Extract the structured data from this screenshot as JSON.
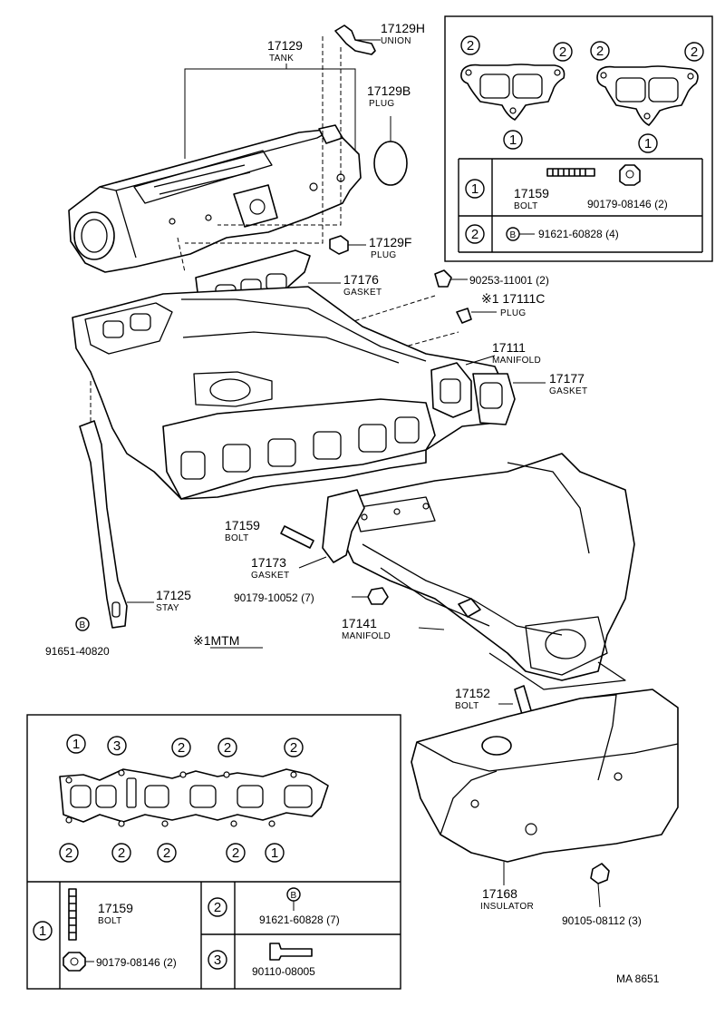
{
  "callouts": {
    "union": {
      "num": "17129H",
      "name": "UNION"
    },
    "tank": {
      "num": "17129",
      "name": "TANK"
    },
    "plug_b": {
      "num": "17129B",
      "name": "PLUG"
    },
    "plug_f": {
      "num": "17129F",
      "name": "PLUG"
    },
    "gasket_17176": {
      "num": "17176",
      "name": "GASKET"
    },
    "part_90253": {
      "num": "90253-11001 (2)"
    },
    "plug_c": {
      "num": "※1 17111C",
      "name": "PLUG"
    },
    "manifold_17111": {
      "num": "17111",
      "name": "MANIFOLD"
    },
    "gasket_17177": {
      "num": "17177",
      "name": "GASKET"
    },
    "bolt_17159": {
      "num": "17159",
      "name": "BOLT"
    },
    "gasket_17173": {
      "num": "17173",
      "name": "GASKET"
    },
    "nut_90179": {
      "num": "90179-10052 (7)"
    },
    "stay": {
      "num": "17125",
      "name": "STAY"
    },
    "part_91651": {
      "num": "91651-40820",
      "mark": "B"
    },
    "manifold_17141": {
      "num": "17141",
      "name": "MANIFOLD"
    },
    "note_mtm": "※1MTM",
    "bolt_17152": {
      "num": "17152",
      "name": "BOLT"
    },
    "insulator": {
      "num": "17168",
      "name": "INSULATOR"
    },
    "part_90105": {
      "num": "90105-08112 (3)"
    }
  },
  "top_box": {
    "circle_labels": [
      "2",
      "2",
      "2",
      "2",
      "1",
      "1"
    ],
    "rows": [
      {
        "index": "1",
        "bolt_num": "17159",
        "bolt_name": "BOLT",
        "nut_num": "90179-08146 (2)"
      },
      {
        "index": "2",
        "mark": "B",
        "part": "91621-60828 (4)"
      }
    ]
  },
  "bottom_box": {
    "top_labels": [
      "1",
      "3",
      "2",
      "2",
      "2"
    ],
    "bottom_labels": [
      "2",
      "2",
      "2",
      "2",
      "1"
    ],
    "rows": [
      {
        "index": "1",
        "bolt_num": "17159",
        "bolt_name": "BOLT",
        "nut_num": "90179-08146 (2)"
      },
      {
        "index": "2",
        "mark": "B",
        "part": "91621-60828 (7)"
      },
      {
        "index": "3",
        "part": "90110-08005"
      }
    ]
  },
  "footer": {
    "code": "MA  8651"
  }
}
